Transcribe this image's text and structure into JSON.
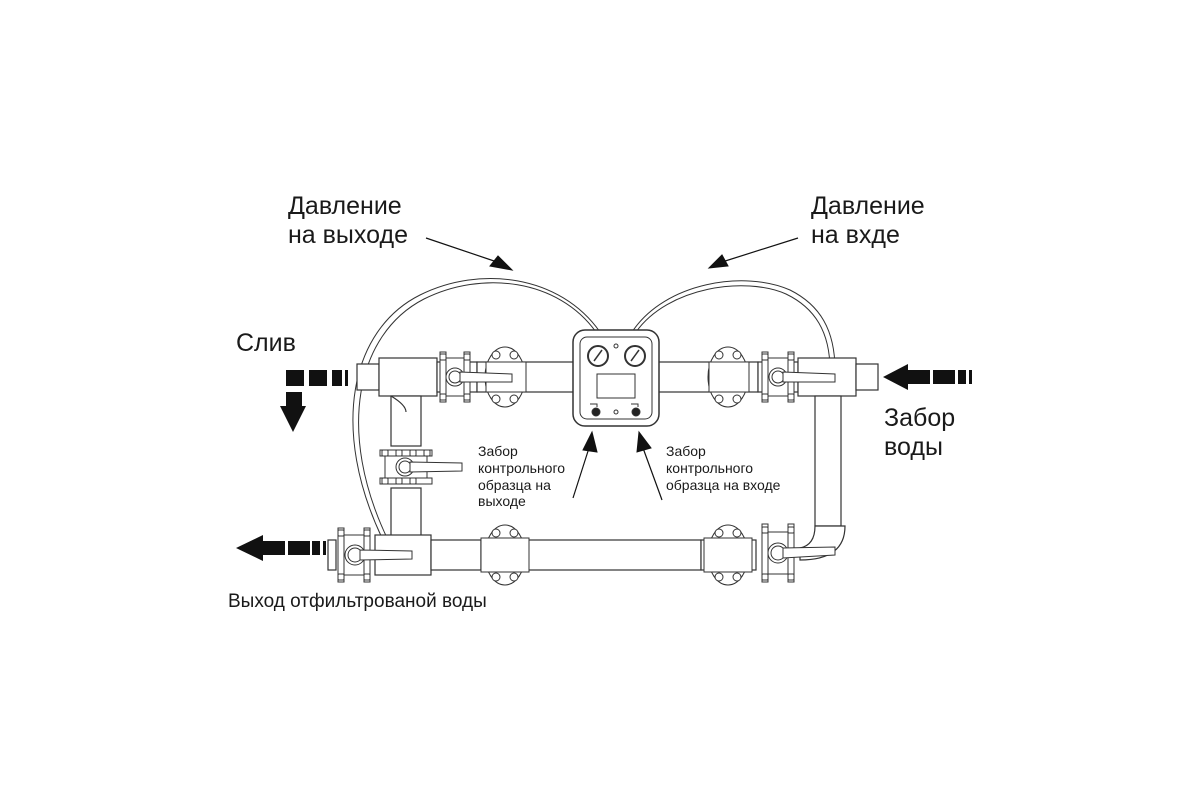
{
  "diagram": {
    "type": "filtration-system-piping-schematic",
    "colors": {
      "line": "#333333",
      "arrow": "#111111",
      "background": "#ffffff"
    },
    "labels": {
      "pressure_out": [
        "Давление",
        "на выходе"
      ],
      "pressure_in": [
        "Давление",
        "на вхде"
      ],
      "drain": "Слив",
      "water_intake": [
        "Забор",
        "воды"
      ],
      "sample_out": [
        "Забор",
        "контрольного",
        "образца на",
        "выходе"
      ],
      "sample_in": [
        "Забор",
        "контрольного",
        "образца на входе"
      ],
      "filtered_outlet": "Выход отфильтрованой воды"
    },
    "components": {
      "control_panel": {
        "gauges": [
          "pressure-gauge-out",
          "pressure-gauge-in"
        ],
        "display": "screen",
        "sample_taps": [
          "sample-tap-out",
          "sample-tap-in"
        ]
      },
      "valves": [
        "valve-drain-top",
        "valve-drain-vertical",
        "valve-outlet",
        "valve-inlet-top",
        "valve-inlet-bottom"
      ],
      "flow_arrows": [
        "drain-left",
        "drain-down",
        "intake-left",
        "outlet-left"
      ]
    }
  }
}
